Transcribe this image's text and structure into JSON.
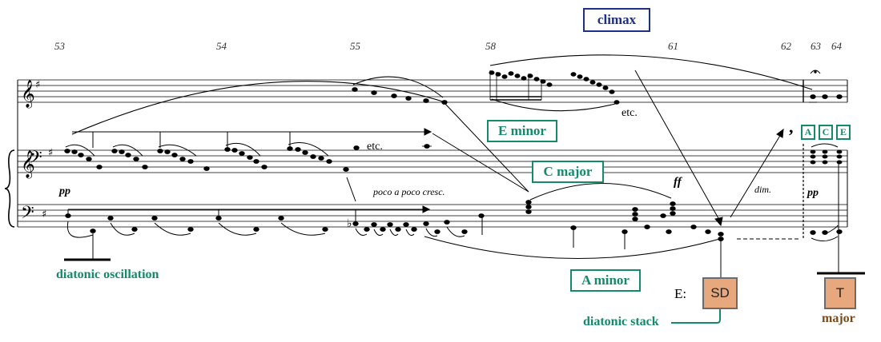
{
  "measure_numbers": [
    "53",
    "54",
    "55",
    "58",
    "61",
    "62",
    "63",
    "64"
  ],
  "labels": {
    "climax": "climax",
    "e_minor": "E minor",
    "c_major": "C major",
    "a_minor": "A minor",
    "diatonic_oscillation": "diatonic oscillation",
    "diatonic_stack": "diatonic stack",
    "major": "major",
    "key_prefix": "E:",
    "sd": "SD",
    "t": "T",
    "triad_notes": [
      "A",
      "C",
      "E"
    ]
  },
  "annotations": {
    "etc1": "etc.",
    "etc2": "etc.",
    "poco": "poco a poco cresc.",
    "dim": "dim.",
    "pp1": "pp",
    "pp2": "pp",
    "ff": "ff"
  },
  "colors": {
    "green": "#138a6a",
    "blue": "#1f2f86",
    "brown": "#7a4a1c",
    "orange": "#e6a87c"
  }
}
